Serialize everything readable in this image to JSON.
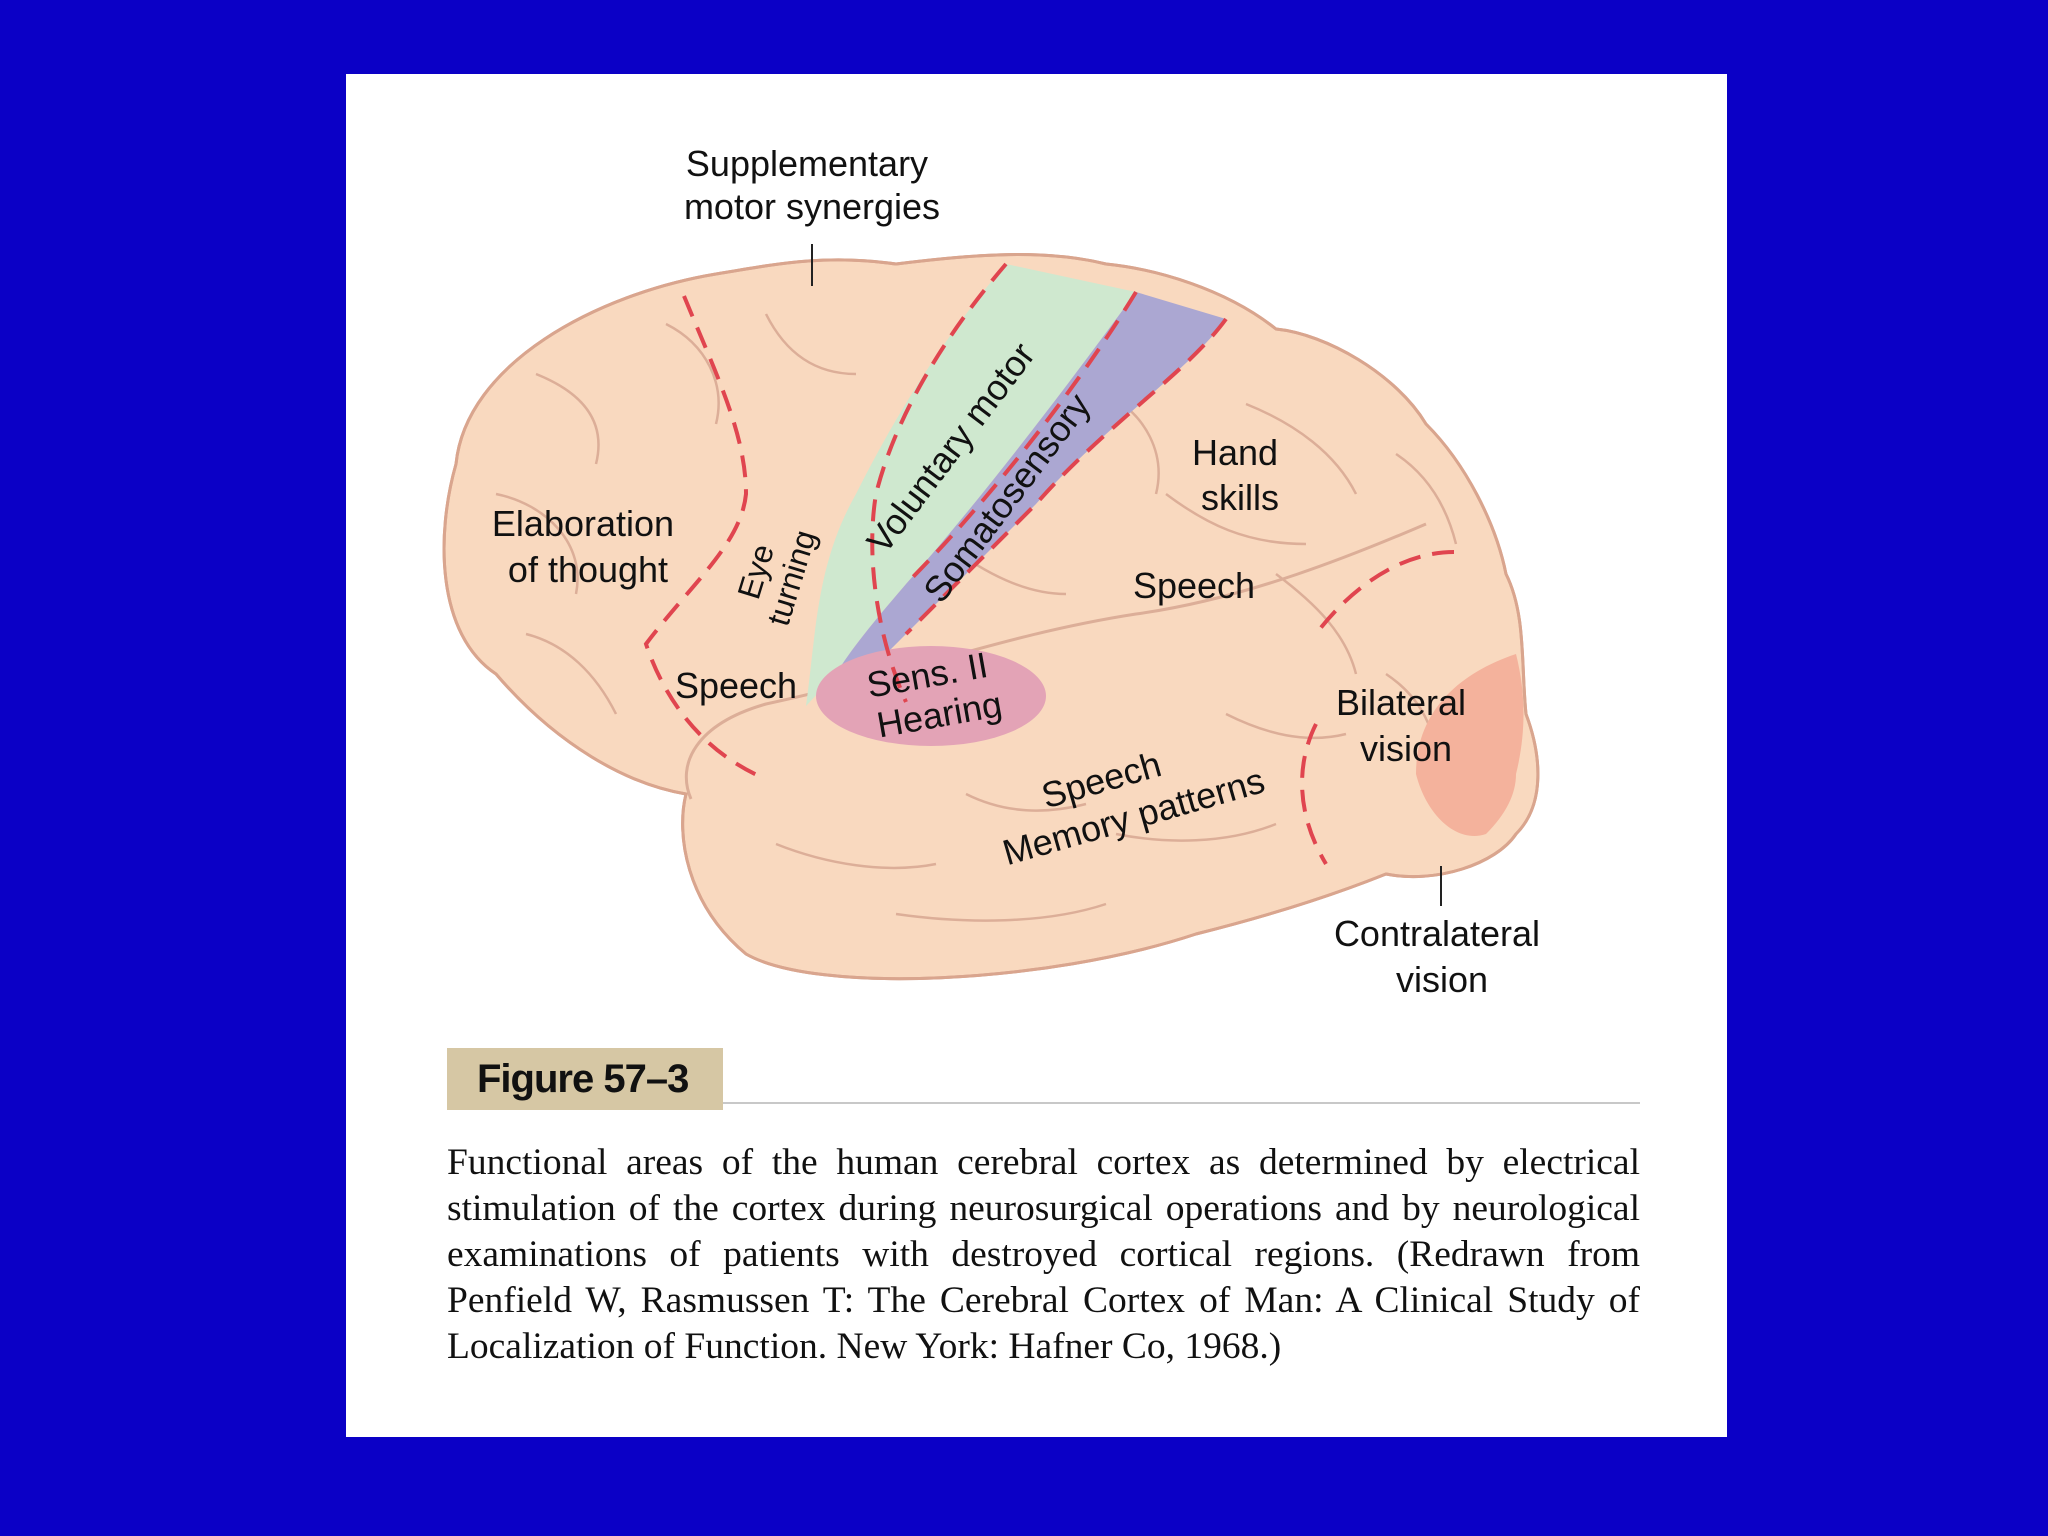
{
  "figure": {
    "labels": {
      "supplementary": [
        "Supplementary",
        "motor synergies"
      ],
      "elaboration": [
        "Elaboration",
        "of thought"
      ],
      "eye_turning": [
        "Eye",
        "turning"
      ],
      "voluntary_motor": "Voluntary motor",
      "somatosensory": "Somatosensory",
      "hand_skills": [
        "Hand",
        "skills"
      ],
      "speech_parietal": "Speech",
      "speech_frontal": "Speech",
      "sens_hearing": [
        "Sens. II",
        "Hearing"
      ],
      "speech_memory": [
        "Speech",
        "Memory patterns"
      ],
      "bilateral_vision": [
        "Bilateral",
        "vision"
      ],
      "contralateral_vision": [
        "Contralateral",
        "vision"
      ]
    },
    "colors": {
      "page_background": "#0b00c6",
      "brain": "#f9d9bf",
      "brain_outline": "#d9a58e",
      "sulcus_lines": "#dcae98",
      "dashed_boundaries": "#e0454f",
      "voluntary_motor_strip": "#cfe8cf",
      "somatosensory_strip": "#aba7d2",
      "hearing_area": "#e3a3b6",
      "contralateral_vision_area": "#f4b29c"
    },
    "tag": "Figure 57–3",
    "caption": "Functional areas of the human cerebral cortex as determined by electrical stimulation of the cortex during neurosurgical operations and by neurological examinations of patients with destroyed cortical regions. (Redrawn from Penfield W, Rasmussen T: The Cerebral Cortex of Man: A Clinical Study of Localization of Function. New York: Hafner Co, 1968.)"
  }
}
